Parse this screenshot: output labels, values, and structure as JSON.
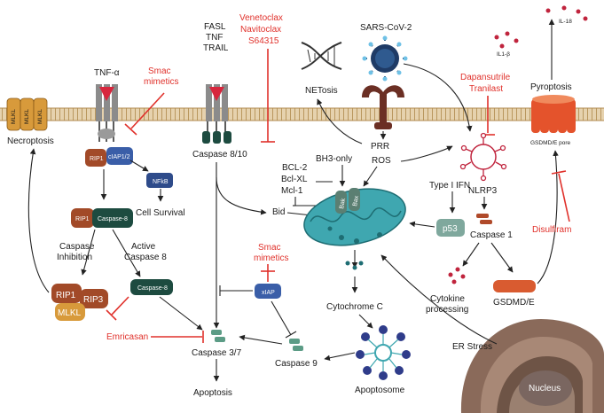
{
  "labels": {
    "necroptosis": "Necroptosis",
    "mlkl": "MLKL",
    "tnf_alpha": "TNF-α",
    "smac_mimetics_top": "Smac",
    "smac_mimetics_top2": "mimetics",
    "fasl": "FASL",
    "tnf": "TNF",
    "trail": "TRAIL",
    "venetoclax": "Venetoclax",
    "navitoclax": "Navitoclax",
    "s64315": "S64315",
    "netosis": "NETosis",
    "sars": "SARS-CoV-2",
    "prr": "PRR",
    "ros": "ROS",
    "dapansutrile": "Dapansutrile",
    "tranilast": "Tranilast",
    "il18": "IL-18",
    "il1b": "IL1-β",
    "pyroptosis": "Pyroptosis",
    "gsdmd_pore": "GSDMD/E pore",
    "rip1": "RIP1",
    "ciap": "cIAP1/2",
    "nfkb": "NFkB",
    "cell_survival": "Cell Survival",
    "caspase810": "Caspase 8/10",
    "bcl2": "BCL-2",
    "bclxl": "Bcl-XL",
    "mcl1": "Mcl-1",
    "bh3": "BH3-only",
    "type1ifn": "Type I IFN",
    "nlrp3": "NLRP3",
    "disulfiram": "Disulfiram",
    "caspase8": "Caspase-8",
    "bid": "Bid",
    "bak": "Bak",
    "bax": "Bax",
    "p53": "p53",
    "caspase1": "Caspase 1",
    "caspase_inhibition_1": "Caspase",
    "caspase_inhibition_2": "Inhibition",
    "active_caspase_1": "Active",
    "active_caspase_2": "Caspase 8",
    "smac_mimetics_mid": "Smac",
    "smac_mimetics_mid2": "mimetics",
    "rip3": "RIP3",
    "xiap": "xIAP",
    "cytochrome_c": "Cytochrome C",
    "cytokine_1": "Cytokine",
    "cytokine_2": "processing",
    "gsdmde": "GSDMD/E",
    "er_stress": "ER Stress",
    "emricasan": "Emricasan",
    "caspase37": "Caspase 3/7",
    "caspase9": "Caspase 9",
    "apoptosome": "Apoptosome",
    "apoptosis": "Apoptosis",
    "nucleus": "Nucleus"
  },
  "colors": {
    "inhibitor": "#e0312b",
    "membrane": "#c9a36b",
    "mlkl": "#d89a3b",
    "caspase_dark": "#1d4b40",
    "mito": "#3fa7b0",
    "pyroptosis_pore": "#e4532c",
    "nlrp3": "#c0243d",
    "receptor_grey": "#8b8b8b",
    "receptor_red": "#d7263d",
    "rip": "#a24a28",
    "ciap": "#3a5ea8",
    "virus": "#1f3b66"
  }
}
